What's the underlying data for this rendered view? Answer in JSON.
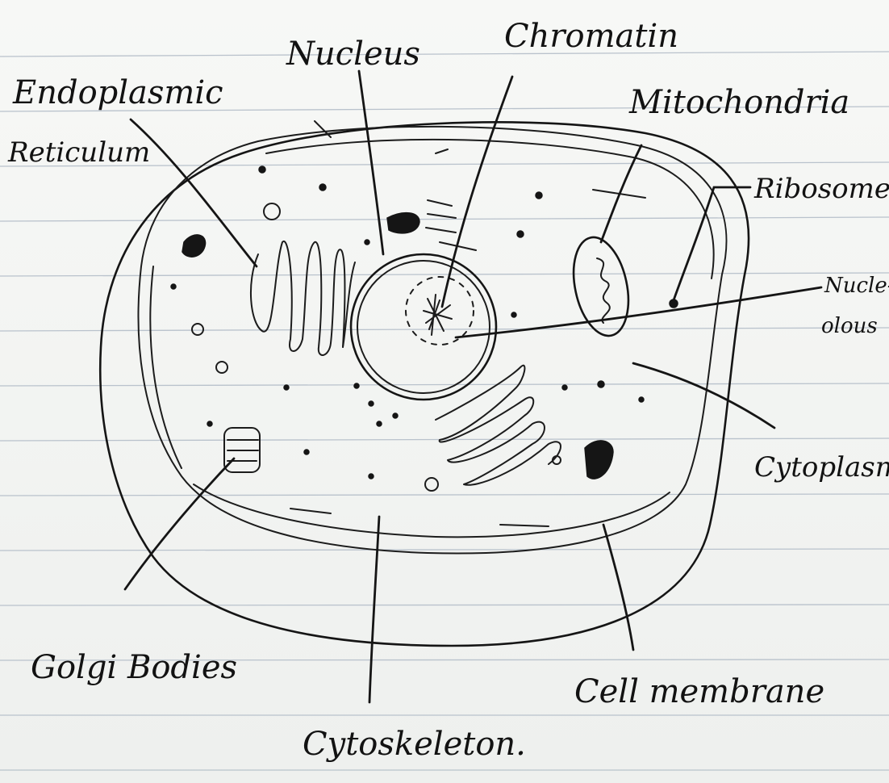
{
  "labels": {
    "endoplasmic_line1": "Endoplasmic",
    "endoplasmic_line2": "Reticulum",
    "nucleus": "Nucleus",
    "chromatin": "Chromatin",
    "mitochondria": "Mitochondria",
    "ribosomes": "Ribosomes",
    "nucleolus_line1": "Nucle-",
    "nucleolus_line2": "olous",
    "cytoplasm": "Cytoplasm",
    "golgi": "Golgi Bodies",
    "cytoskeleton": "Cytoskeleton.",
    "cell_membrane": "Cell membrane"
  },
  "colors": {
    "paper": "#f4f5f3",
    "ink": "#151515",
    "rule_lines": "#b9c2cc"
  }
}
